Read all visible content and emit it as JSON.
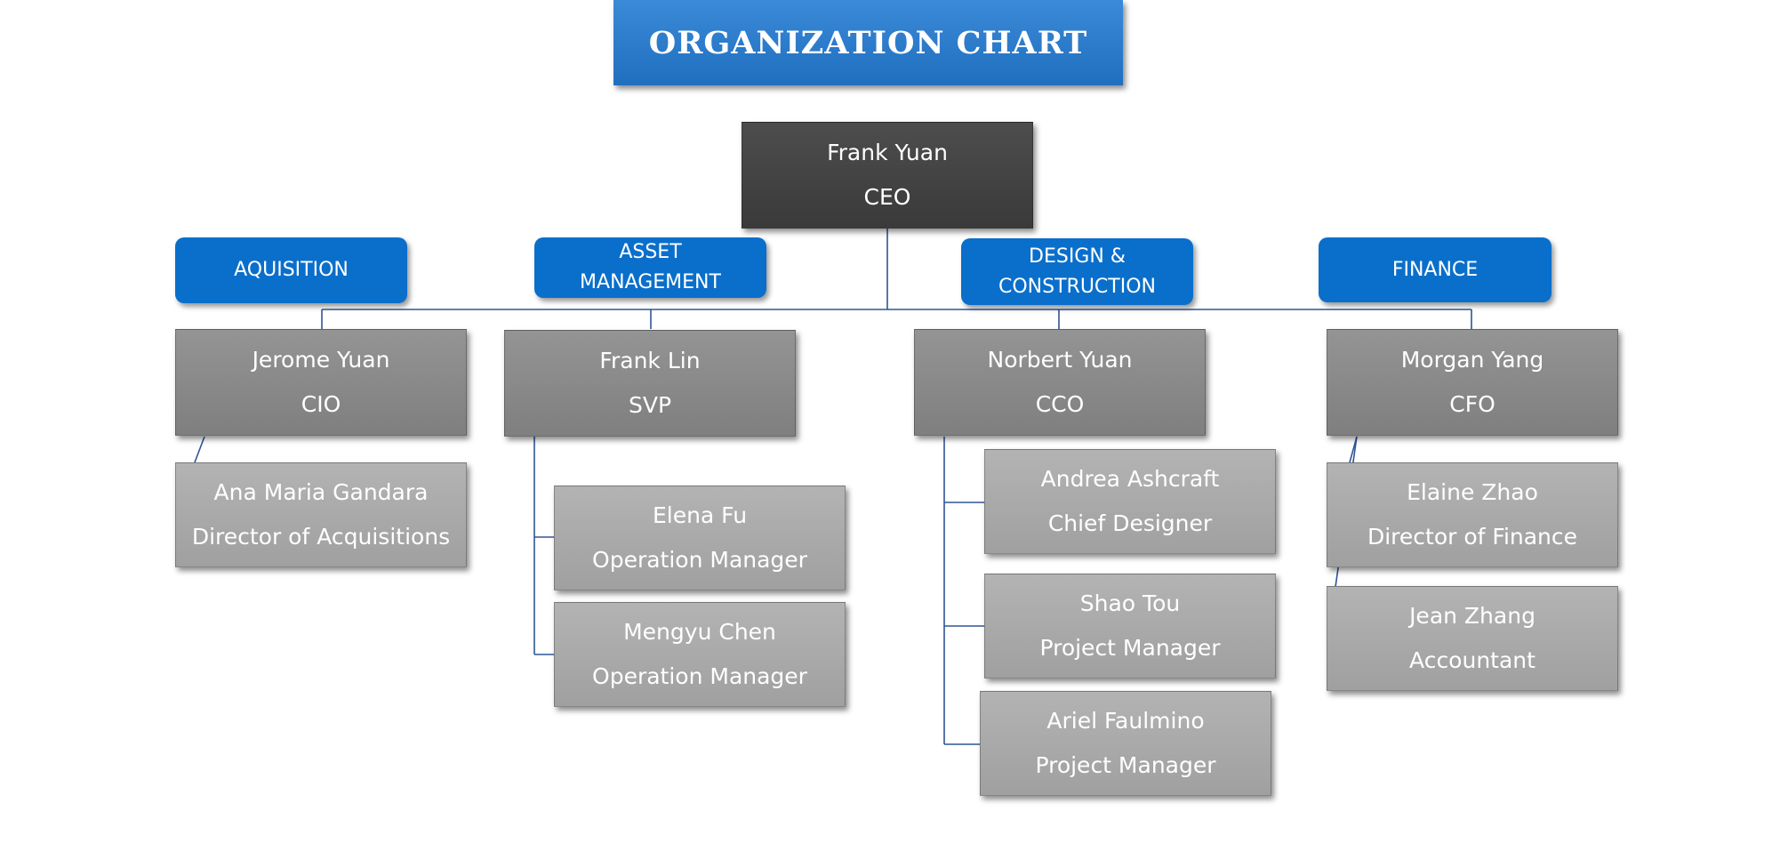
{
  "title": "ORGANIZATION CHART",
  "colors": {
    "banner": "#1f6fbf",
    "department": "#0a6fcb",
    "ceo_box": "#404040",
    "head_box": "#8a8a8a",
    "staff_box": "#a9a9a9",
    "connector": "#2f5597"
  },
  "ceo": {
    "name": "Frank Yuan",
    "role": "CEO"
  },
  "departments": [
    {
      "label_lines": [
        "AQUISITION"
      ],
      "head": {
        "name": "Jerome Yuan",
        "role": "CIO"
      },
      "members": [
        {
          "name": "Ana Maria Gandara",
          "role": "Director of Acquisitions"
        }
      ]
    },
    {
      "label_lines": [
        "ASSET",
        "MANAGEMENT"
      ],
      "head": {
        "name": "Frank Lin",
        "role": "SVP"
      },
      "members": [
        {
          "name": "Elena Fu",
          "role": "Operation Manager"
        },
        {
          "name": "Mengyu Chen",
          "role": "Operation Manager"
        }
      ]
    },
    {
      "label_lines": [
        "DESIGN &",
        "CONSTRUCTION"
      ],
      "head": {
        "name": "Norbert Yuan",
        "role": "CCO"
      },
      "members": [
        {
          "name": "Andrea Ashcraft",
          "role": "Chief Designer"
        },
        {
          "name": "Shao Tou",
          "role": "Project Manager"
        },
        {
          "name": "Ariel Faulmino",
          "role": "Project Manager"
        }
      ]
    },
    {
      "label_lines": [
        "FINANCE"
      ],
      "head": {
        "name": "Morgan Yang",
        "role": "CFO"
      },
      "members": [
        {
          "name": "Elaine Zhao",
          "role": "Director of Finance"
        },
        {
          "name": "Jean Zhang",
          "role": "Accountant"
        }
      ]
    }
  ]
}
